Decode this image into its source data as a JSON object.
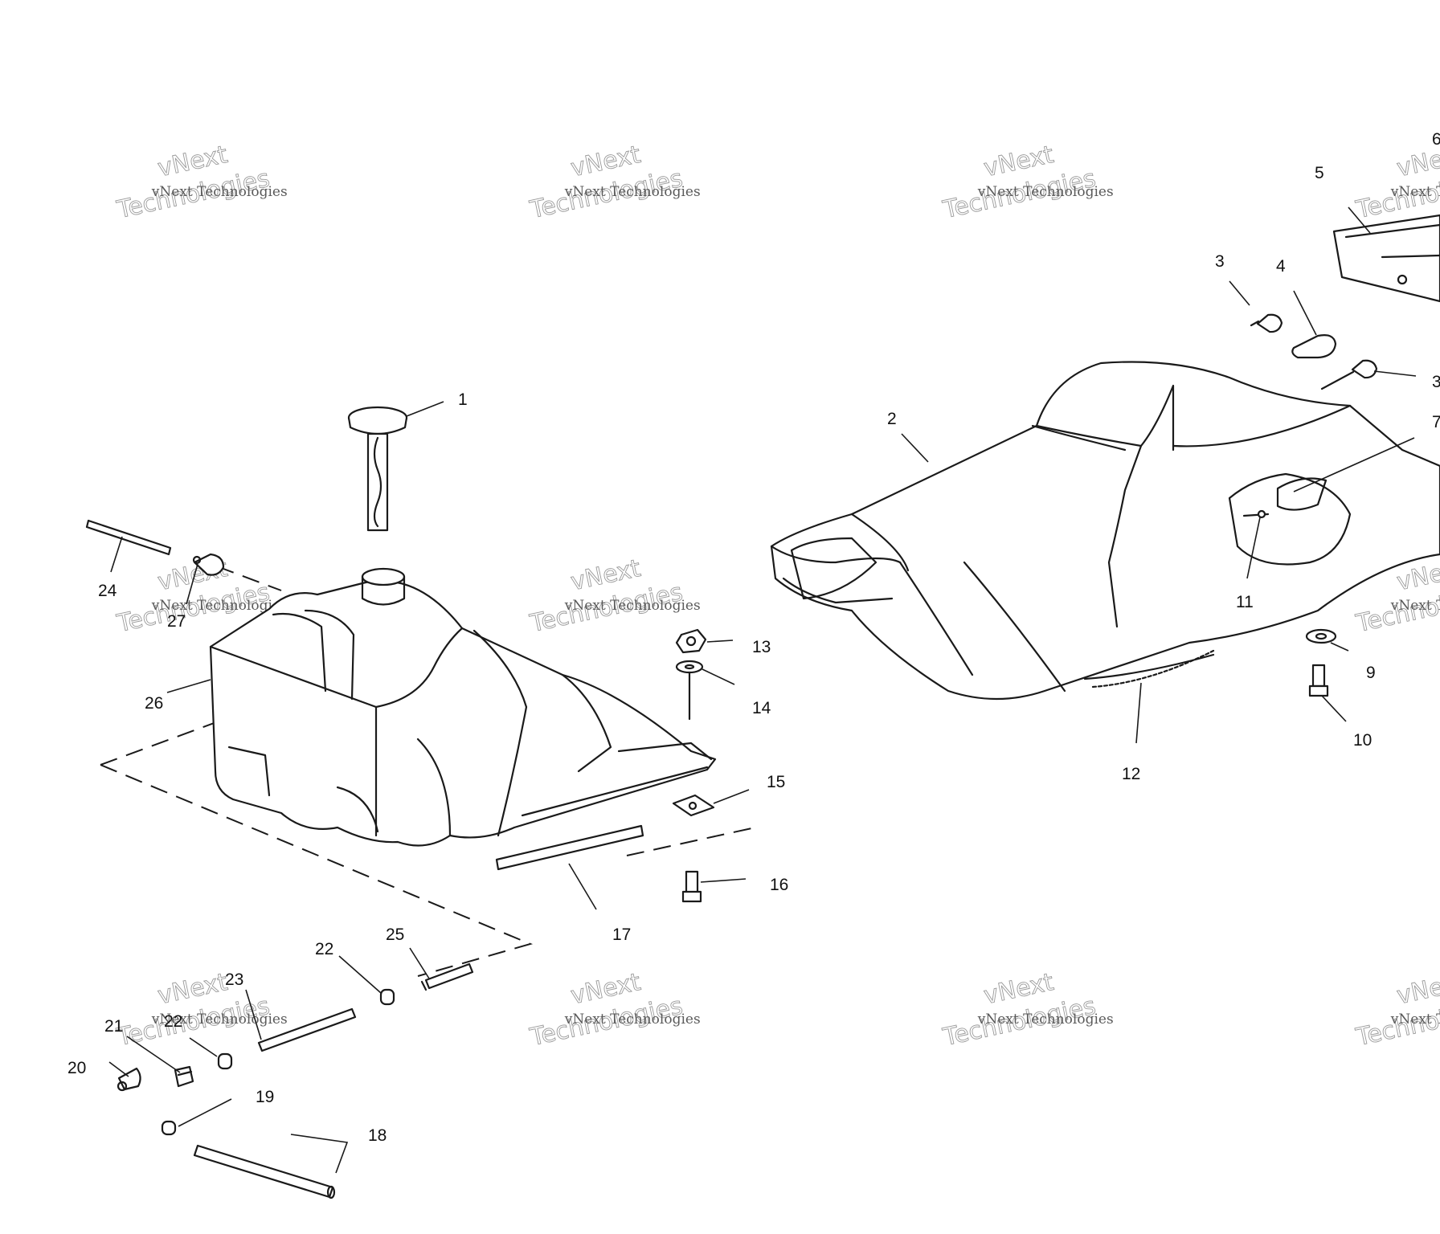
{
  "watermark": {
    "line1": "vNext Technologies",
    "line2": "vNext",
    "line3": "Technologies"
  },
  "callouts": {
    "c1": "1",
    "c2": "2",
    "c3a": "3",
    "c3b": "3",
    "c4": "4",
    "c5": "5",
    "c6": "6",
    "c7": "7",
    "c9": "9",
    "c10": "10",
    "c11": "11",
    "c12": "12",
    "c13": "13",
    "c14": "14",
    "c15": "15",
    "c16": "16",
    "c17": "17",
    "c18": "18",
    "c19": "19",
    "c20": "20",
    "c21": "21",
    "c22a": "22",
    "c22b": "22",
    "c23": "23",
    "c24": "24",
    "c25": "25",
    "c26": "26",
    "c27": "27"
  }
}
